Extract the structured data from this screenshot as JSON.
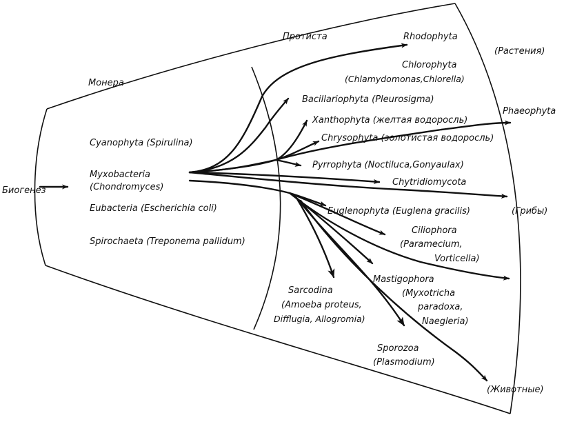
{
  "regions": {
    "monera": "Монера",
    "protista": "Протиста",
    "plants": "(Растения)",
    "fungi": "(Грибы)",
    "animals": "(Животные)",
    "origin": "Биогенез"
  },
  "monera_groups": {
    "cyanophyta": "Cyanophyta (Spirulina)",
    "myxobacteria_1": "Myxobacteria",
    "myxobacteria_2": "(Chondromyces)",
    "eubacteria": "Eubacteria (Escherichia coli)",
    "spirochaeta": "Spirochaeta (Treponema pallidum)"
  },
  "protista_groups": {
    "rhodophyta": "Rhodophyta",
    "chlorophyta_1": "Chlorophyta",
    "chlorophyta_2": "(Chlamydomonas,Chlorella)",
    "bacillariophyta": "Bacillariophyta (Pleurosigma)",
    "xanthophyta": "Xanthophyta (желтая водоросль)",
    "chrysophyta": "Chrysophyta (золотистая водоросль)",
    "pyrrophyta": "Pyrrophyta (Noctiluca,Gonyaulax)",
    "chytridiomycota": "Chytridiomycota",
    "euglenophyta": "Euglenophyta (Euglena gracilis)",
    "ciliophora_1": "Ciliophora",
    "ciliophora_2": "(Paramecium,",
    "ciliophora_3": "Vorticella)",
    "mastigophora_1": "Mastigophora",
    "mastigophora_2": "(Myxotricha",
    "mastigophora_3": "paradoxa,",
    "mastigophora_4": "Naegleria)",
    "sarcodina_1": "Sarcodina",
    "sarcodina_2": "(Amoeba proteus,",
    "sarcodina_3": "Difflugia, Allogromia)",
    "sporozoa_1": "Sporozoa",
    "sporozoa_2": "(Plasmodium)",
    "phaeophyta": "Phaeophyta"
  },
  "colors": {
    "ink": "#111111",
    "background": "#ffffff"
  }
}
